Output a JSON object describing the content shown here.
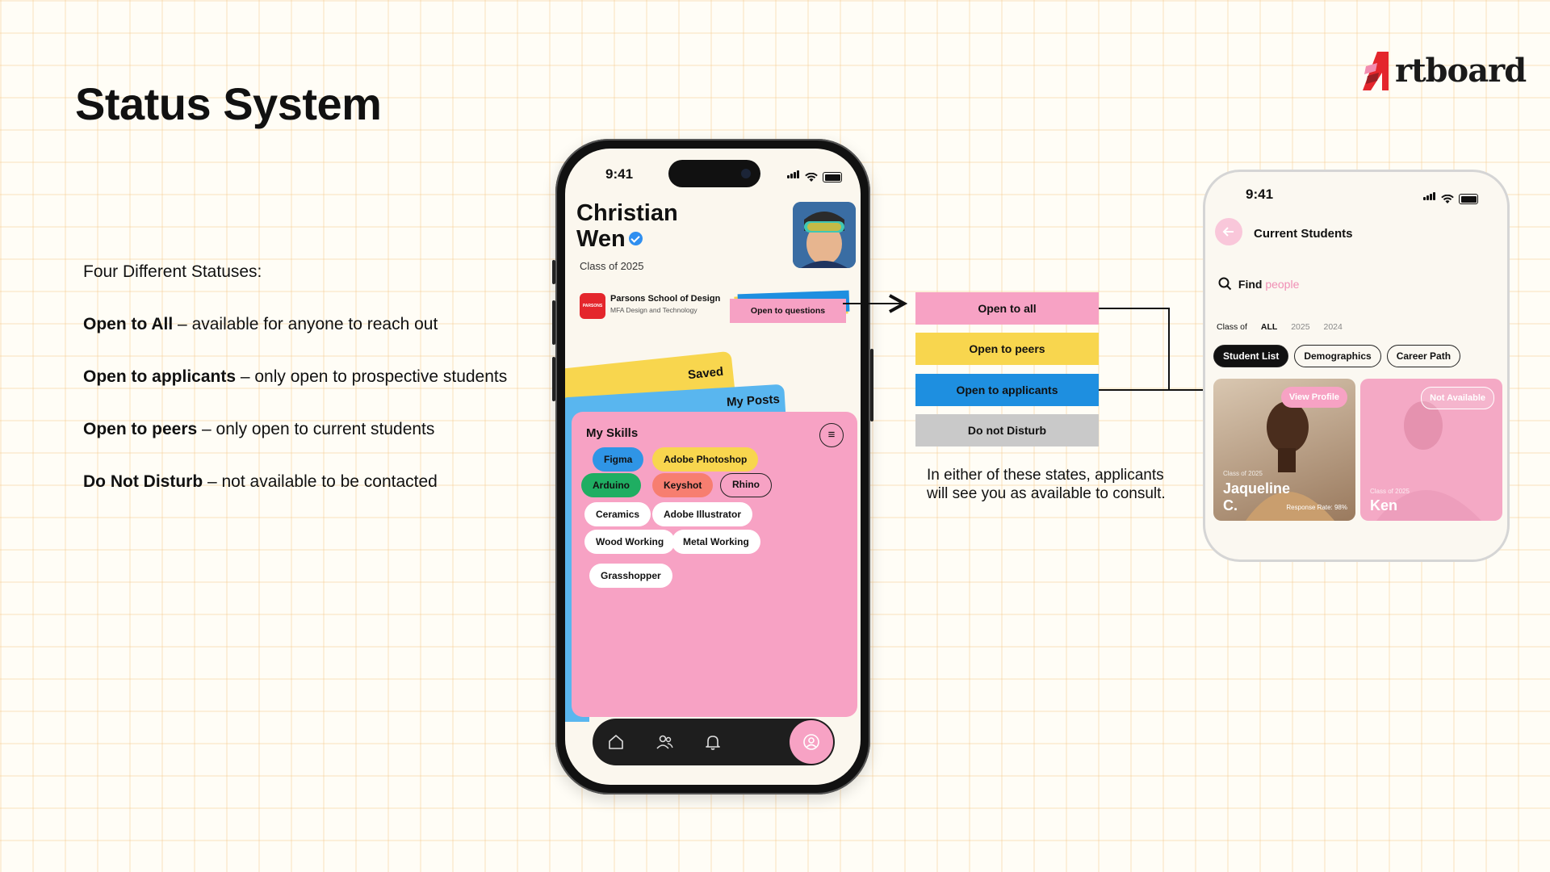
{
  "slide": {
    "title": "Status System",
    "intro": "Four Different Statuses:",
    "statuses": [
      {
        "term": "Open to All",
        "desc": " – available for anyone to reach out"
      },
      {
        "term": "Open to applicants",
        "desc": " – only open to prospective students"
      },
      {
        "term": "Open to peers",
        "desc": " – only open to current students"
      },
      {
        "term": "Do Not Disturb",
        "desc": " – not available to be contacted"
      }
    ],
    "logo_text": "rtboard",
    "note": "In either of these states, applicants will see you as available to consult."
  },
  "colors": {
    "pink": "#f7a2c4",
    "yellow": "#f8d64e",
    "blue": "#1e8fe0",
    "gray": "#c9c9c9",
    "green": "#1fae62",
    "salmon": "#f77e70",
    "light_blue": "#59b6ef",
    "brand_red": "#e4262c"
  },
  "status_buttons": [
    {
      "label": "Open to all",
      "color": "#f7a2c4"
    },
    {
      "label": "Open to peers",
      "color": "#f8d64e"
    },
    {
      "label": "Open to applicants",
      "color": "#1e8fe0"
    },
    {
      "label": "Do not Disturb",
      "color": "#c9c9c9"
    }
  ],
  "phone": {
    "time": "9:41",
    "name_line1": "Christian",
    "name_line2": "Wen",
    "class_of": "Class of 2025",
    "school_name": "Parsons School of Design",
    "school_sub": "MFA Design and Technology",
    "school_logo_text": "PARSONS",
    "status_chip": "Open to questions",
    "tab_saved": "Saved",
    "tab_posts": "My Posts",
    "skills_title": "My Skills",
    "menu_icon": "≡",
    "skills": [
      "Figma",
      "Adobe Photoshop",
      "Arduino",
      "Keyshot",
      "Rhino",
      "Ceramics",
      "Adobe Illustrator",
      "Wood Working",
      "Metal Working",
      "Grasshopper"
    ],
    "nav_icons": [
      "home-icon",
      "people-icon",
      "bell-icon",
      "profile-icon"
    ]
  },
  "phone2": {
    "time": "9:41",
    "title": "Current Students",
    "find_label": "Find",
    "find_placeholder": "people",
    "class_label": "Class of",
    "class_options": [
      "ALL",
      "2025",
      "2024"
    ],
    "tabs": [
      "Student List",
      "Demographics",
      "Career Path"
    ],
    "cards": [
      {
        "tag": "View Profile",
        "class_of": "Class of 2025",
        "name": "Jaqueline C.",
        "rate": "Response Rate: 98%"
      },
      {
        "tag": "Not Available",
        "class_of": "Class of 2025",
        "name": "Ken"
      }
    ]
  }
}
